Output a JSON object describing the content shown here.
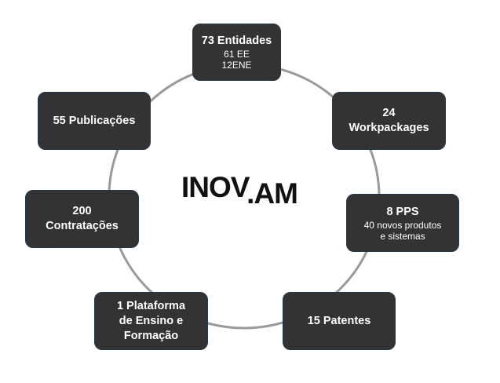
{
  "logo": {
    "part1": "INOV",
    "dot": ".",
    "part2": "AM"
  },
  "nodes": [
    {
      "title": "73 Entidades",
      "sub1": "61 EE",
      "sub2": "12ENE"
    },
    {
      "title1": "24",
      "title2": "Workpackages"
    },
    {
      "title": "8 PPS",
      "sub1": "40 novos produtos",
      "sub2": "e sistemas"
    },
    {
      "title": "15 Patentes"
    },
    {
      "title1": "1 Plataforma",
      "title2": "de Ensino e",
      "title3": "Formação"
    },
    {
      "title1": "200",
      "title2": "Contratações"
    },
    {
      "title": "55 Publicações"
    }
  ],
  "colors": {
    "box": "#333333",
    "ring": "#9a9a9a"
  }
}
